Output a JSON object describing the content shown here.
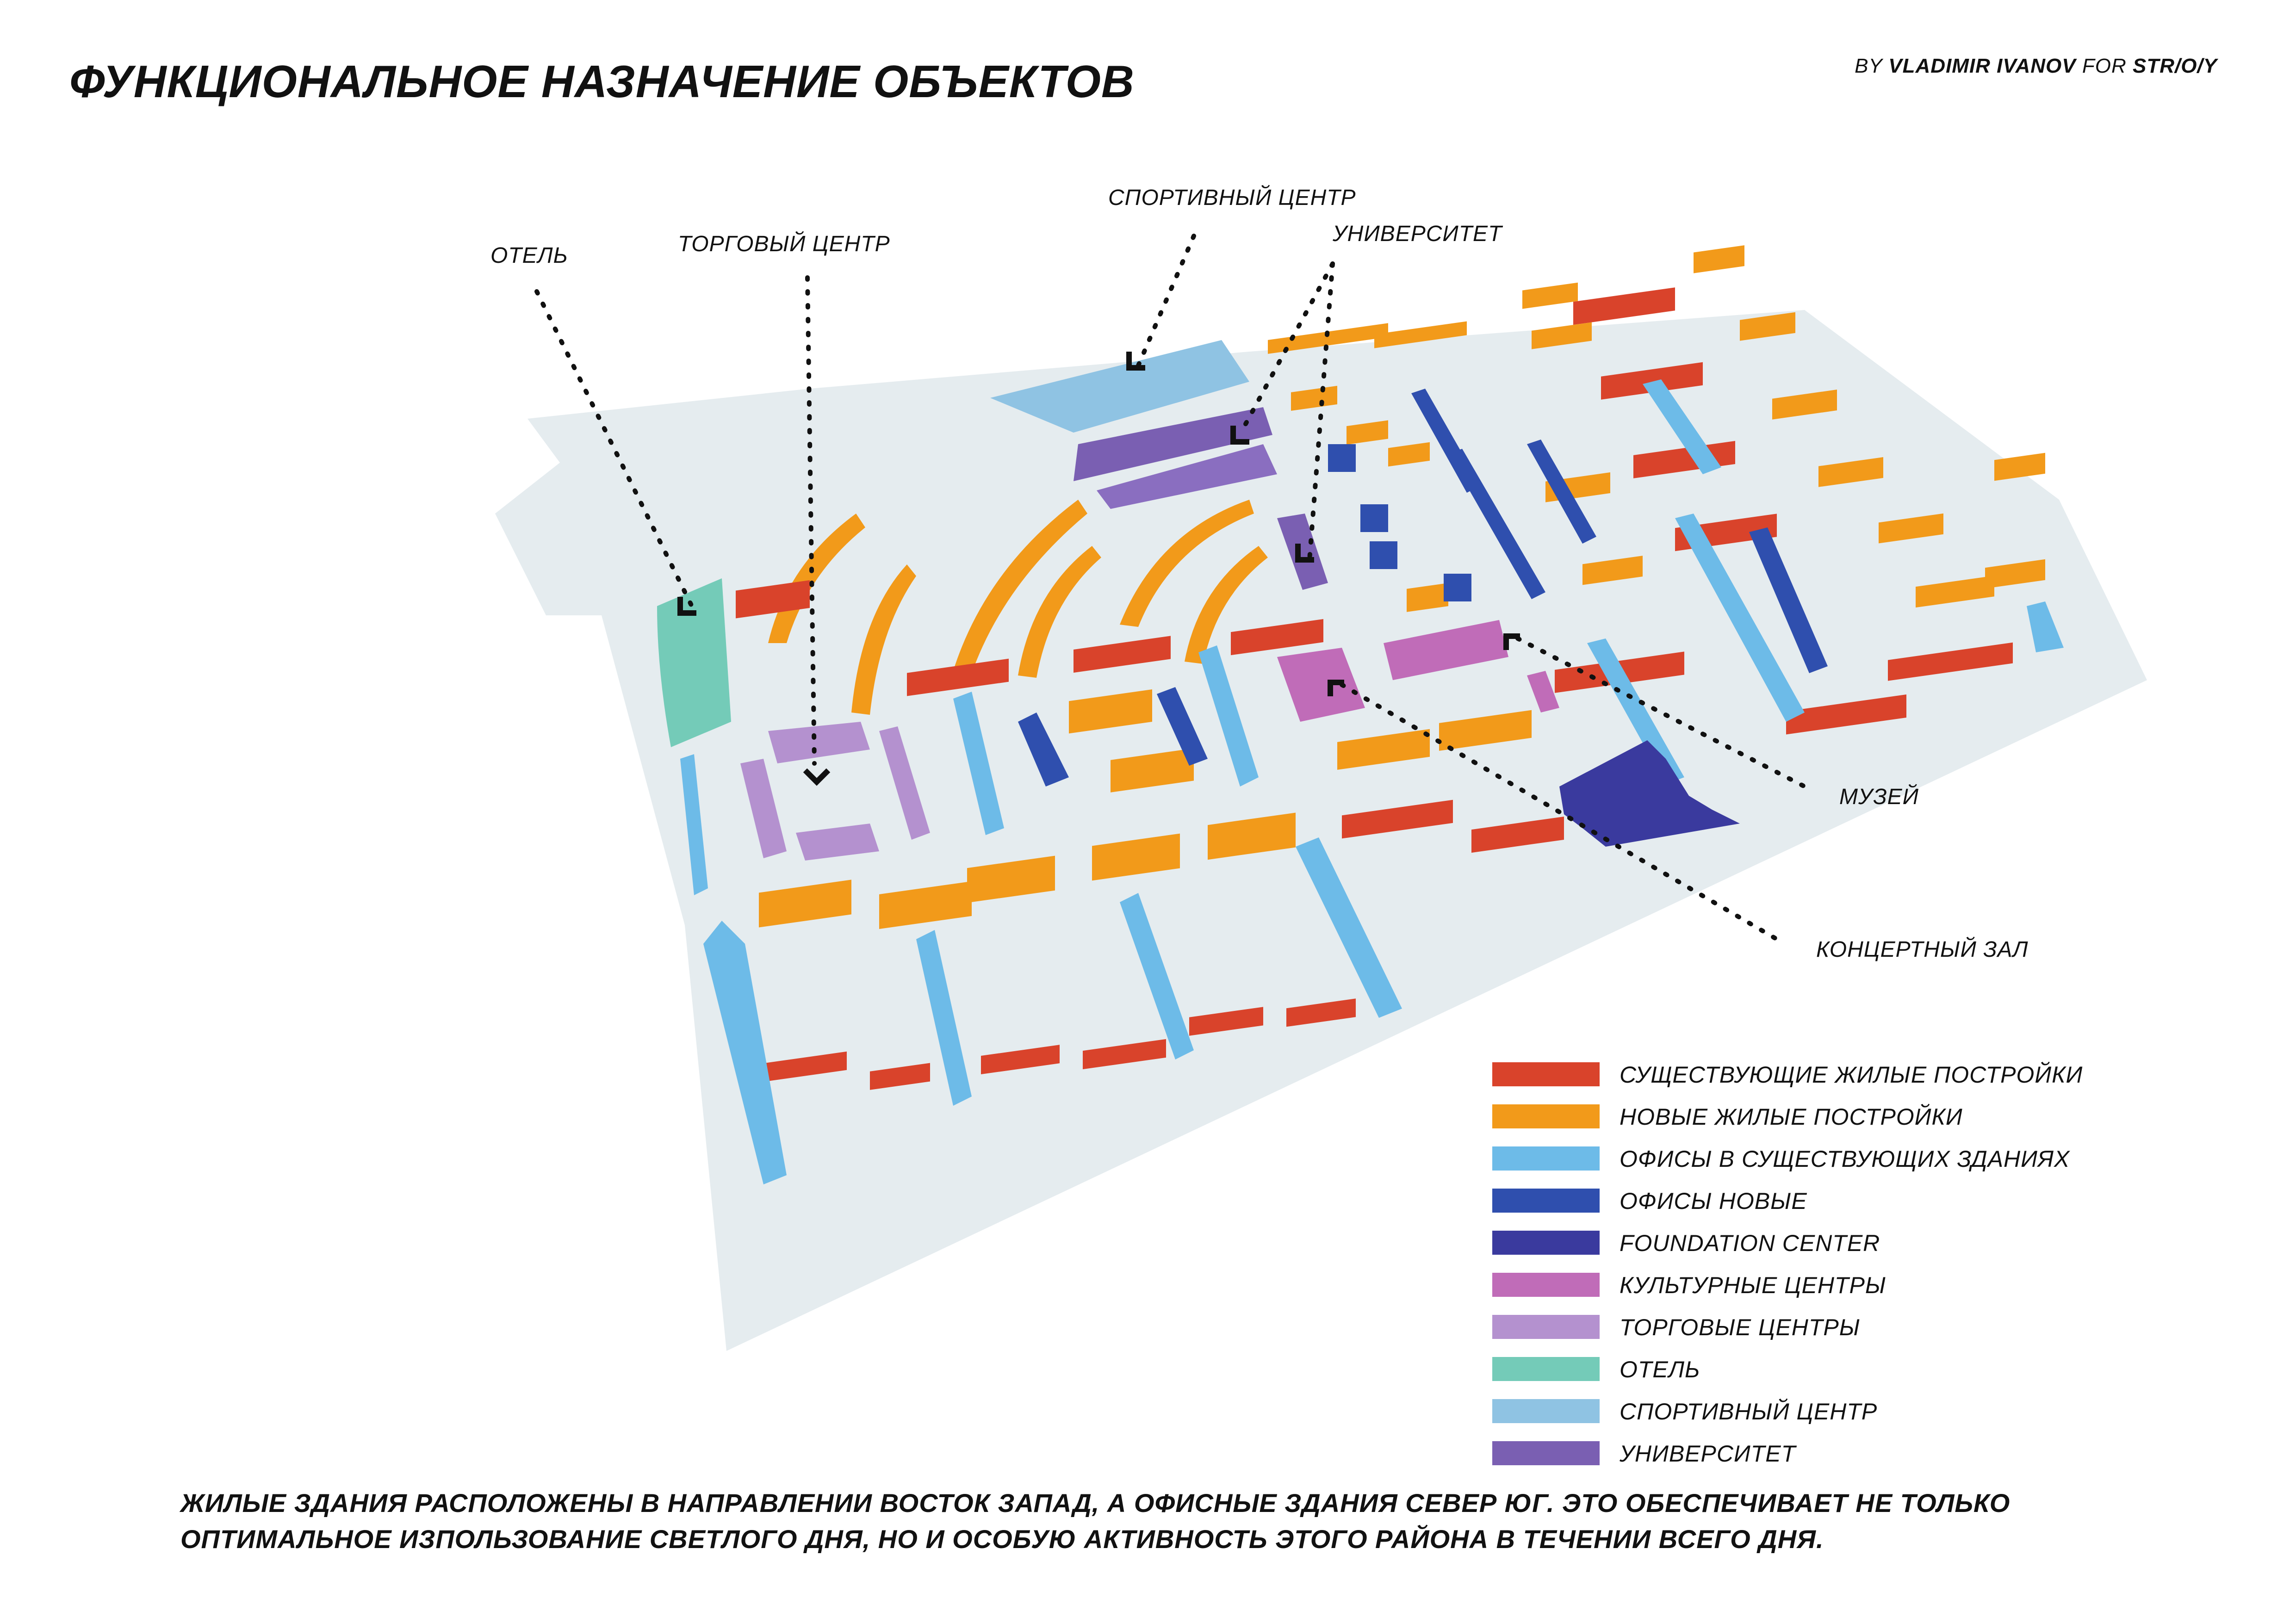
{
  "header": {
    "title": "ФУНКЦИОНАЛЬНОЕ НАЗНАЧЕНИЕ ОБЪЕКТОВ",
    "credit_by": "BY",
    "credit_author": "VLADIMIR IVANOV",
    "credit_for": "FOR",
    "credit_org": "STR/O/Y"
  },
  "callouts": {
    "hotel": "ОТЕЛЬ",
    "shopping": "ТОРГОВЫЙ ЦЕНТР",
    "sport": "СПОРТИВНЫЙ ЦЕНТР",
    "university": "УНИВЕРСИТЕТ",
    "museum": "МУЗЕЙ",
    "concert": "КОНЦЕРТНЫЙ ЗАЛ"
  },
  "colors": {
    "ground": "#e5ecef",
    "existing_residential": "#d9432b",
    "new_residential": "#f29a1a",
    "offices_existing": "#6dbbe8",
    "offices_new": "#2f4fae",
    "foundation_center": "#3a3a9e",
    "cultural": "#c06cb8",
    "shopping": "#b491cf",
    "hotel": "#74cbb8",
    "sport": "#8fc3e3",
    "university": "#7a5fb2"
  },
  "legend": [
    {
      "label": "СУЩЕСТВУЮЩИЕ ЖИЛЫЕ ПОСТРОЙКИ",
      "color": "#d9432b"
    },
    {
      "label": "НОВЫЕ ЖИЛЫЕ ПОСТРОЙКИ",
      "color": "#f29a1a"
    },
    {
      "label": "ОФИСЫ В СУЩЕСТВУЮЩИХ ЗДАНИЯХ",
      "color": "#6dbbe8"
    },
    {
      "label": "ОФИСЫ НОВЫЕ",
      "color": "#2f4fae"
    },
    {
      "label": "FOUNDATION CENTER",
      "color": "#3a3a9e"
    },
    {
      "label": "КУЛЬТУРНЫЕ ЦЕНТРЫ",
      "color": "#c06cb8"
    },
    {
      "label": "ТОРГОВЫЕ ЦЕНТРЫ",
      "color": "#b491cf"
    },
    {
      "label": "ОТЕЛЬ",
      "color": "#74cbb8"
    },
    {
      "label": "СПОРТИВНЫЙ ЦЕНТР",
      "color": "#8fc3e3"
    },
    {
      "label": "УНИВЕРСИТЕТ",
      "color": "#7a5fb2"
    }
  ],
  "note": {
    "line1": "ЖИЛЫЕ ЗДАНИЯ РАСПОЛОЖЕНЫ В НАПРАВЛЕНИИ ВОСТОК ЗАПАД, А ОФИСНЫЕ ЗДАНИЯ СЕВЕР ЮГ. ЭТО ОБЕСПЕЧИВАЕТ НЕ ТОЛЬКО",
    "line2": "ОПТИМАЛЬНОЕ ИЗПОЛЬЗОВАНИЕ СВЕТЛОГО ДНЯ, НО И ОСОБУЮ АКТИВНОСТЬ ЭТОГО РАЙОНА В ТЕЧЕНИИ ВСЕГО ДНЯ."
  }
}
